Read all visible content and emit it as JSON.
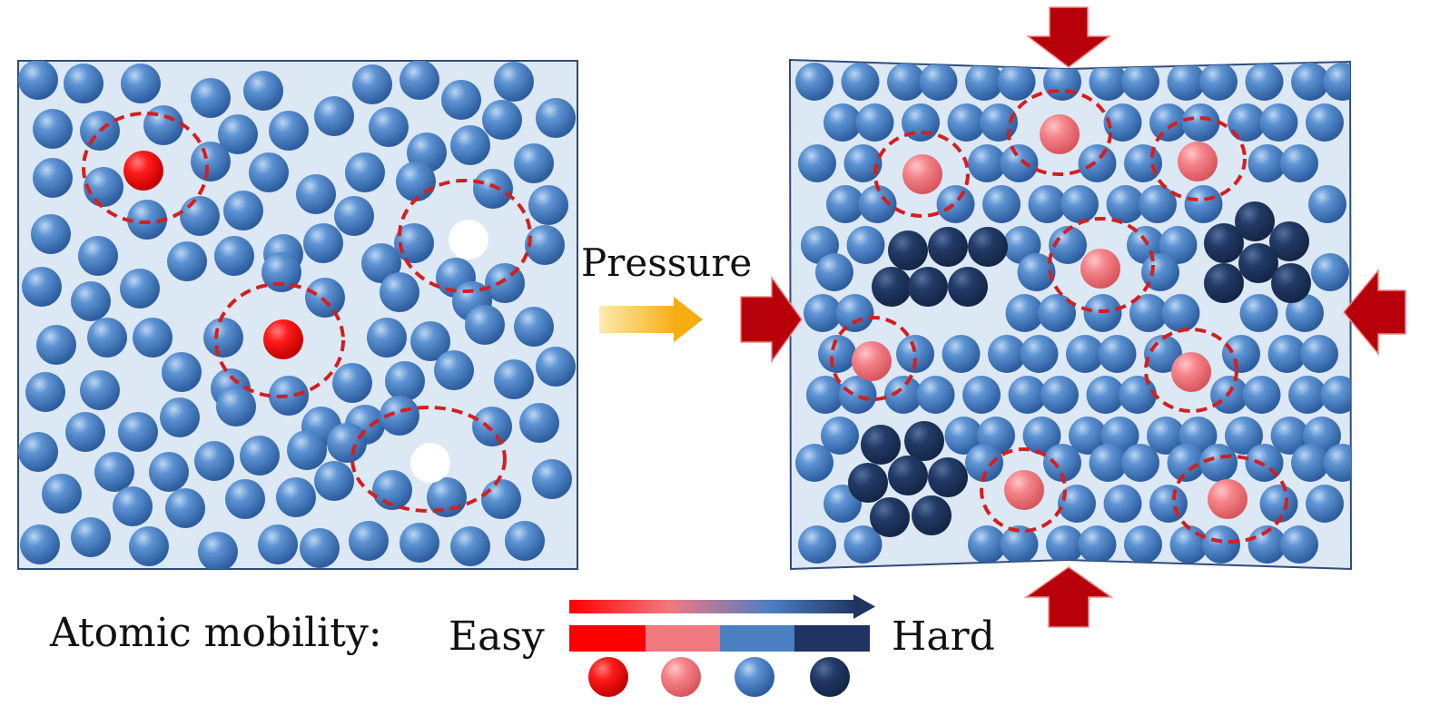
{
  "labels": {
    "pressure": "Pressure",
    "mobility": "Atomic mobility:",
    "easy": "Easy",
    "hard": "Hard"
  },
  "colors": {
    "background": "#ffffff",
    "panel_fill": "#dde8f5",
    "panel_stroke": "#2f4c7a",
    "atom_blue": "#4a7fc1",
    "atom_red": "#ff0000",
    "atom_pink": "#f07a80",
    "atom_dark": "#1f3460",
    "vacancy": "#ffffff",
    "dashed_circle": "#d31f1f",
    "pressure_arrow": "#b8000a",
    "process_arrow_start": "#fde9a6",
    "process_arrow_end": "#f7b21a"
  },
  "legend": {
    "scale": [
      "#ff0000",
      "#f07a80",
      "#4a7fc1",
      "#1f3460"
    ],
    "atoms": [
      "red-atom",
      "pink-atom",
      "blue-atom",
      "dark-atom"
    ]
  },
  "icons": {
    "process_arrow": "right-arrow-icon",
    "pressure_arrows": [
      "down-arrow-icon",
      "up-arrow-icon",
      "right-arrow-icon",
      "left-arrow-icon"
    ]
  }
}
